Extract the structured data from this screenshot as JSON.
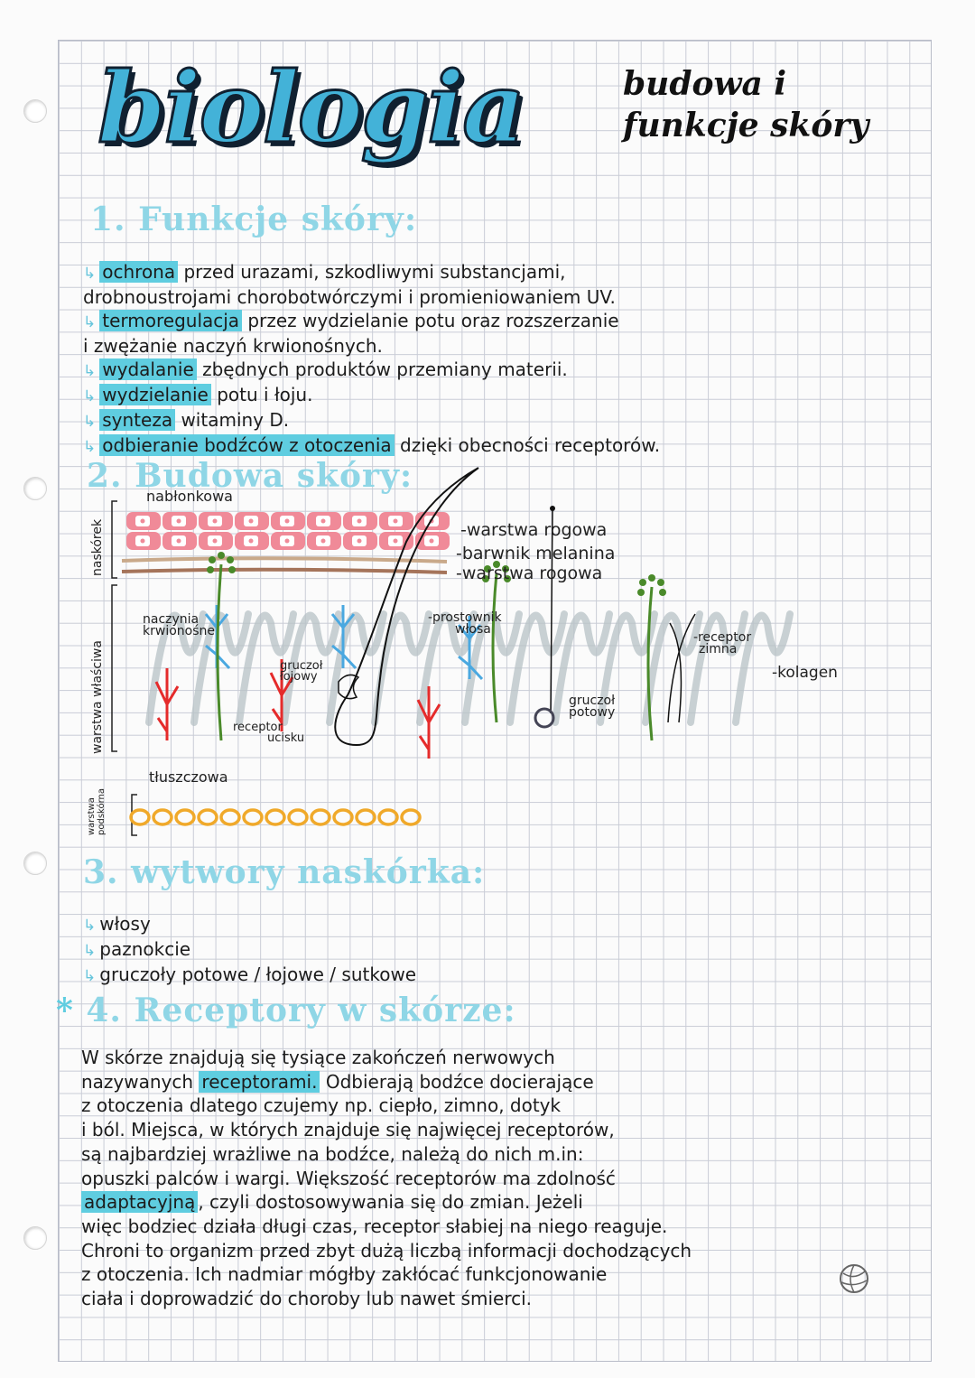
{
  "title": "biologia",
  "subtitle": [
    "budowa i",
    "funkcje skóry"
  ],
  "section1": {
    "heading": "1. Funkcje skóry:",
    "items": [
      {
        "highlight": "ochrona",
        "text": " przed urazami, szkodliwymi substancjami,"
      },
      {
        "highlight": "",
        "text": "drobnoustrojami chorobotwórczymi i promieniowaniem UV."
      },
      {
        "highlight": "termoregulacja",
        "text": " przez wydzielanie potu oraz rozszerzanie"
      },
      {
        "highlight": "",
        "text": "i zwężanie naczyń krwionośnych."
      },
      {
        "highlight": "wydalanie",
        "text": " zbędnych produktów przemiany materii."
      },
      {
        "highlight": "wydzielanie",
        "text": " potu i łoju."
      },
      {
        "highlight": "synteza",
        "text": " witaminy D."
      },
      {
        "highlight": "odbieranie bodźców z otoczenia",
        "text": " dzięki obecności receptorów."
      }
    ]
  },
  "section2": {
    "heading": "2. Budowa skóry:",
    "layers": [
      "naskórek",
      "warstwa właściwa",
      "warstwa podskórna"
    ],
    "labels": {
      "nablonkowa": "nabłonkowa",
      "warstwa_rogowa_1": "-warstwa rogowa",
      "barwnik": "-barwnik melanina",
      "warstwa_rogowa_2": "-warstwa rogowa",
      "naczynia": [
        "naczynia",
        "krwionośne"
      ],
      "gruczol_lojowy": [
        "gruczoł",
        "łojowy"
      ],
      "receptor_ucisku": [
        "receptor",
        "ucisku"
      ],
      "prostownik": [
        "-prostownik",
        "włosa"
      ],
      "gruczol_potowy": [
        "gruczoł",
        "potowy"
      ],
      "receptor_zimna": [
        "-receptor",
        "zimna"
      ],
      "kolagen": "-kolagen",
      "tluszczowa": "tłuszczowa"
    },
    "colors": {
      "cells": "#f08a98",
      "melanin": "#b58a6a",
      "vessels_blue": "#4aa8e0",
      "vessels_red": "#e52b2b",
      "receptor": "#4a8a2a",
      "collagen": "#b7c2c6",
      "fat": "#f0a92a"
    }
  },
  "section3": {
    "heading": "3. wytwory naskórka:",
    "items": [
      "włosy",
      "paznokcie",
      "gruczoły potowe / łojowe / sutkowe"
    ]
  },
  "section4": {
    "heading": "4. Receptory w skórze:",
    "star": "*",
    "lines": [
      {
        "pre": "W skórze znajdują się tysiące zakończeń nerwowych",
        "hl": "",
        "post": ""
      },
      {
        "pre": "nazywanych ",
        "hl": "receptorami.",
        "post": " Odbierają bodźce docierające"
      },
      {
        "pre": "z otoczenia dlatego czujemy np. ciepło, zimno, dotyk",
        "hl": "",
        "post": ""
      },
      {
        "pre": "i ból. Miejsca, w których znajduje się najwięcej receptorów,",
        "hl": "",
        "post": ""
      },
      {
        "pre": "są najbardziej wrażliwe na bodźce, należą do nich m.in:",
        "hl": "",
        "post": ""
      },
      {
        "pre": "opuszki palców i wargi. Większość receptorów ma zdolność",
        "hl": "",
        "post": ""
      },
      {
        "pre": "",
        "hl": "adaptacyjną",
        "post": ", czyli dostosowywania się do zmian. Jeżeli"
      },
      {
        "pre": "więc bodziec działa długi czas, receptor słabiej na niego reaguje.",
        "hl": "",
        "post": ""
      },
      {
        "pre": "Chroni to organizm przed zbyt dużą liczbą informacji dochodzących",
        "hl": "",
        "post": ""
      },
      {
        "pre": "z otoczenia. Ich nadmiar mógłby zakłócać funkcjonowanie",
        "hl": "",
        "post": ""
      },
      {
        "pre": "ciała i doprowadzić do choroby lub nawet śmierci.",
        "hl": "",
        "post": ""
      }
    ]
  },
  "icons": {
    "bullet": "arrow-hook-icon",
    "watermark": "globe-logo-icon"
  }
}
